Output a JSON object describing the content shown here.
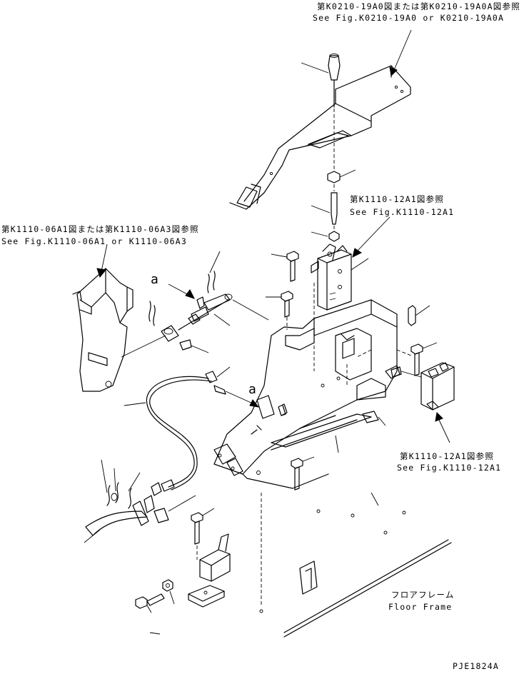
{
  "refs": {
    "top_jp": "第K0210-19A0図または第K0210-19A0A図参照",
    "top_en": "See Fig.K0210-19A0 or K0210-19A0A",
    "mid_jp": "第K1110-12A1図参照",
    "mid_en": "See Fig.K1110-12A1",
    "left_jp": "第K1110-06A1図または第K1110-06A3図参照",
    "left_en": "See Fig.K1110-06A1 or K1110-06A3",
    "right_jp": "第K1110-12A1図参照",
    "right_en": "See Fig.K1110-12A1",
    "floor_jp": "フロアフレーム",
    "floor_en": "Floor Frame"
  },
  "callouts": {
    "a1": "a",
    "a2": "a"
  },
  "drawing_number": "PJE1824A"
}
